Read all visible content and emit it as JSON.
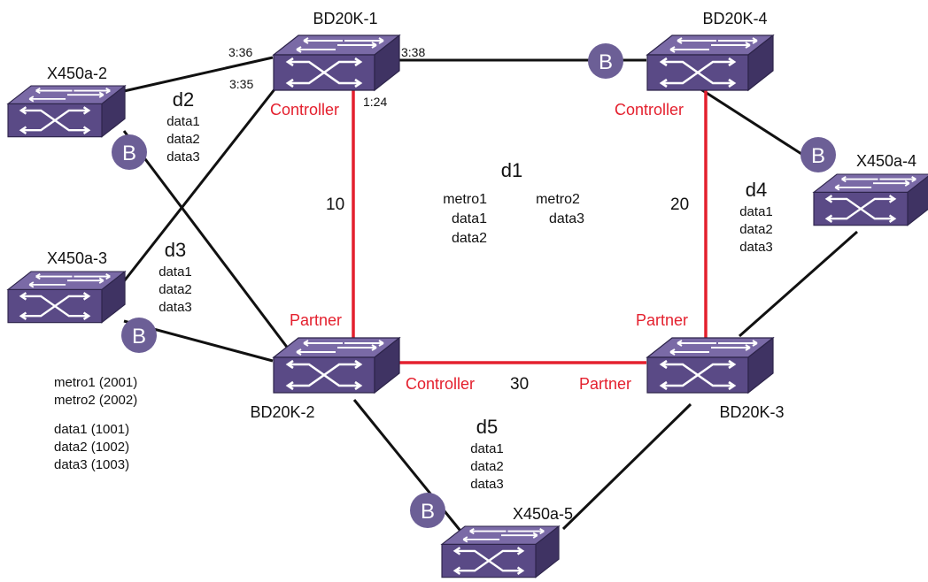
{
  "colors": {
    "ring": "#e4202e",
    "link": "#111111",
    "switch_fill": "#5a4a86",
    "switch_top": "#7a6aa6",
    "switch_side": "#3f3363",
    "blocker": "#6c5f96",
    "red_text": "#e4202e"
  },
  "icons": {
    "switch": "switch-icon",
    "blocker": "blocked-port-icon"
  },
  "switches": [
    {
      "id": "bd1",
      "label": "BD20K-1"
    },
    {
      "id": "bd2",
      "label": "BD20K-2"
    },
    {
      "id": "bd3",
      "label": "BD20K-3"
    },
    {
      "id": "bd4",
      "label": "BD20K-4"
    },
    {
      "id": "x2",
      "label": "X450a-2"
    },
    {
      "id": "x3",
      "label": "X450a-3"
    },
    {
      "id": "x4",
      "label": "X450a-4"
    },
    {
      "id": "x5",
      "label": "X450a-5"
    }
  ],
  "ports": [
    "3:36",
    "3:35",
    "3:38",
    "1:24"
  ],
  "roles": {
    "controller": "Controller",
    "partner": "Partner"
  },
  "ring_weights": [
    "10",
    "20",
    "30"
  ],
  "blocker_label": "B",
  "domains": {
    "d1": {
      "name": "d1",
      "col1": [
        "metro1",
        "data1",
        "data2"
      ],
      "col2": [
        "metro2",
        "data3"
      ]
    },
    "d2": {
      "name": "d2",
      "vlans": [
        "data1",
        "data2",
        "data3"
      ]
    },
    "d3": {
      "name": "d3",
      "vlans": [
        "data1",
        "data2",
        "data3"
      ]
    },
    "d4": {
      "name": "d4",
      "vlans": [
        "data1",
        "data2",
        "data3"
      ]
    },
    "d5": {
      "name": "d5",
      "vlans": [
        "data1",
        "data2",
        "data3"
      ]
    }
  },
  "legend": {
    "metro": [
      "metro1 (2001)",
      "metro2 (2002)"
    ],
    "data": [
      "data1 (1001)",
      "data2 (1002)",
      "data3 (1003)"
    ]
  }
}
